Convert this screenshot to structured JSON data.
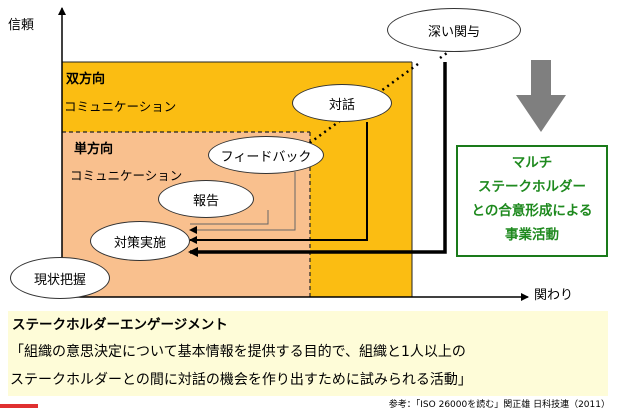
{
  "axes": {
    "y_label": "信頼",
    "x_label": "関わり"
  },
  "zones": {
    "two_way": {
      "line1": "双方向",
      "line2": "コミュニケーション"
    },
    "one_way": {
      "line1": "単方向",
      "line2": "コミュニケーション"
    }
  },
  "nodes": {
    "deep_involvement": "深い関与",
    "dialogue": "対話",
    "feedback": "フィードバック",
    "report": "報告",
    "measures": "対策実施",
    "situation": "現状把握"
  },
  "result_box": {
    "lines": [
      "マルチ",
      "ステークホルダー",
      "との合意形成による",
      "事業活動"
    ]
  },
  "definition": {
    "title": "ステークホルダーエンゲージメント",
    "line1": "「組織の意思決定について基本情報を提供する目的で、組織と1人以上の",
    "line2": "ステークホルダーとの間に対話の機会を作り出すために試みられる活動」"
  },
  "reference": "参考：「ISO 26000を読む」関正雄 日科技連（2011）",
  "colors": {
    "two_way_fill": "#fbbd12",
    "one_way_fill": "#f9c08e",
    "result_border": "#1a7a1a",
    "result_text": "#1f8a1f",
    "arrow_gray": "#7f7f7f",
    "definition_bg": "#fefcd8"
  }
}
